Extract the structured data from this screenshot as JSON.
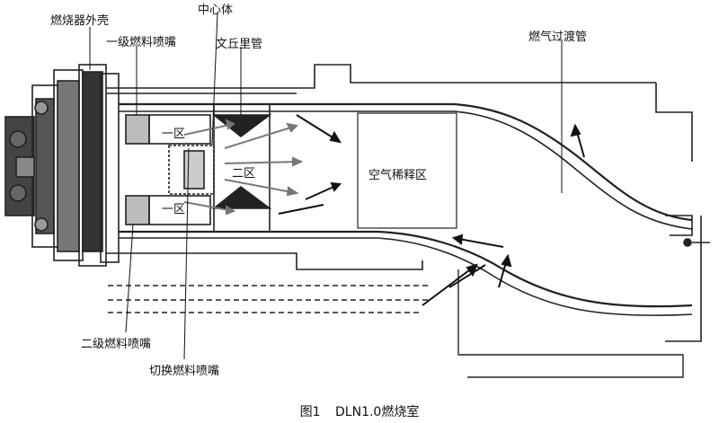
{
  "labels": {
    "outer_casing": "燃烧器外壳",
    "primary_nozzle": "一级燃料喷嘴",
    "center_body": "中心体",
    "venturi": "文丘里管",
    "transition_piece": "燃气过渡管",
    "dilution_zone": "空气稀释区",
    "zone1_upper": "一区",
    "zone1_lower": "一区",
    "zone2": "二区",
    "secondary_nozzle": "二级燃料喷嘴",
    "transfer_nozzle": "切换燃料喷嘴"
  },
  "caption": {
    "number": "图1",
    "title": "DLN1.0燃烧室"
  }
}
